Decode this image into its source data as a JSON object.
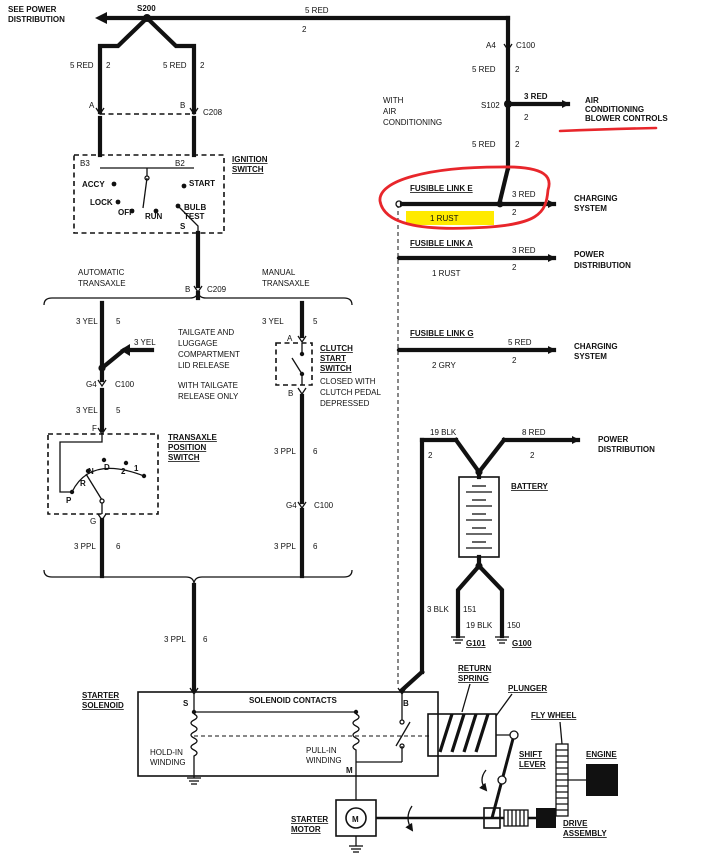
{
  "colors": {
    "wire": "#111111",
    "annotation_red": "#e8262b",
    "highlight_yellow": "#ffea00",
    "background": "#ffffff"
  },
  "top": {
    "see_power_distribution_1": "SEE POWER",
    "see_power_distribution_2": "DISTRIBUTION",
    "splice_s200": "S200",
    "wire_5red": "5 RED",
    "wire_2": "2"
  },
  "connectors": {
    "a": "A",
    "b": "B",
    "c208": "C208",
    "a4": "A4",
    "c100": "C100",
    "b3": "B3",
    "b2": "B2",
    "b_c209": "B",
    "c209": "C209",
    "g4": "G4",
    "f": "F",
    "g": "G",
    "s": "S",
    "m": "M",
    "b_sol": "B"
  },
  "ignition": {
    "title_1": "IGNITION",
    "title_2": "SWITCH",
    "accy": "ACCY",
    "lock": "LOCK",
    "off": "OFF",
    "run": "RUN",
    "start": "START",
    "bulb": "BULB",
    "test": "TEST",
    "s": "S"
  },
  "wires": {
    "red5": "5 RED",
    "n2": "2",
    "red3": "3 RED",
    "yel3": "3 YEL",
    "n5": "5",
    "ppl3": "3 PPL",
    "n6": "6",
    "rust1": "1 RUST",
    "gry2": "2 GRY",
    "blk19": "19 BLK",
    "red8": "8 RED",
    "blk3": "3 BLK",
    "n151": "151",
    "n150": "150"
  },
  "ac": {
    "with_1": "WITH",
    "with_2": "AIR",
    "with_3": "CONDITIONING",
    "splice_s102": "S102",
    "dest_1": "AIR",
    "dest_2": "CONDITIONING",
    "dest_3": "BLOWER CONTROLS"
  },
  "fusible": {
    "e": "FUSIBLE LINK E",
    "a": "FUSIBLE LINK A",
    "g": "FUSIBLE LINK G",
    "charging_1": "CHARGING",
    "charging_2": "SYSTEM",
    "power_1": "POWER",
    "power_2": "DISTRIBUTION"
  },
  "transaxle": {
    "automatic_1": "AUTOMATIC",
    "automatic_2": "TRANSAXLE",
    "manual_1": "MANUAL",
    "manual_2": "TRANSAXLE",
    "tailgate": [
      "TAILGATE AND",
      "LUGGAGE",
      "COMPARTMENT",
      "LID RELEASE"
    ],
    "with_tailgate": [
      "WITH TAILGATE",
      "RELEASE ONLY"
    ],
    "position_switch": [
      "TRANSAXLE",
      "POSITION",
      "SWITCH"
    ],
    "gear_p": "P",
    "gear_r": "R",
    "gear_n": "N",
    "gear_d": "D",
    "gear_2": "2",
    "gear_1": "1",
    "clutch_switch": [
      "CLUTCH",
      "START",
      "SWITCH"
    ],
    "clutch_note": [
      "CLOSED WITH",
      "CLUTCH PEDAL",
      "DEPRESSED"
    ]
  },
  "battery": {
    "label": "BATTERY",
    "g101": "G101",
    "g100": "G100"
  },
  "solenoid": {
    "label_1": "STARTER",
    "label_2": "SOLENOID",
    "contacts": "SOLENOID CONTACTS",
    "hold_in_1": "HOLD-IN",
    "hold_in_2": "WINDING",
    "pull_in_1": "PULL-IN",
    "pull_in_2": "WINDING",
    "return_1": "RETURN",
    "return_2": "SPRING",
    "plunger": "PLUNGER",
    "fly_wheel": "FLY WHEEL",
    "shift_1": "SHIFT",
    "shift_2": "LEVER",
    "engine": "ENGINE",
    "motor_1": "STARTER",
    "motor_2": "MOTOR",
    "motor_symbol": "M",
    "drive_1": "DRIVE",
    "drive_2": "ASSEMBLY"
  }
}
